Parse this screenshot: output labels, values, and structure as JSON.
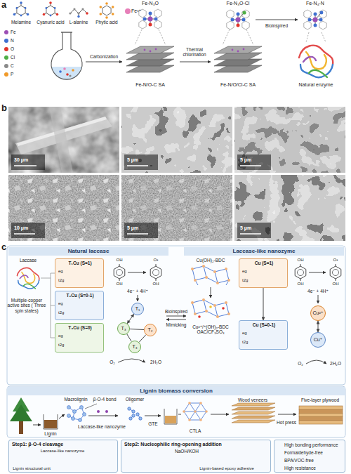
{
  "diagram": {
    "nodes": [
      {
        "text": [
          "30 μm"
        ]
      },
      {
        "text": [
          "5 μm"
        ]
      },
      {
        "text": [
          "5 μm"
        ]
      },
      {
        "text": [
          "10 μm"
        ]
      },
      {
        "text": [
          "5 μm"
        ]
      },
      {
        "text": [
          "5 μm"
        ]
      },
      {
        "text": [
          "Natural laccase"
        ]
      },
      {
        "text": [
          "T₁Cu (S=1)",
          "eg",
          "t2g"
        ]
      },
      {
        "text": [
          "T₂Cu (S=0-1)",
          "eg",
          "t2g"
        ]
      },
      {
        "text": [
          "T₃Cu (S=0)",
          "eg",
          "t2g"
        ]
      },
      {
        "text": [
          "T₁"
        ]
      },
      {
        "text": [
          "T₃"
        ]
      },
      {
        "text": [
          "T₂"
        ]
      },
      {
        "text": [
          "T₃"
        ]
      },
      {
        "text": [
          "Laccase-like nanozyme"
        ]
      },
      {
        "text": [
          "Cu (S=1)",
          "eg",
          "t2g"
        ]
      },
      {
        "text": [
          "Cu (S=0-1)",
          "eg",
          "t2g"
        ]
      },
      {
        "text": [
          "Cu²⁺"
        ]
      },
      {
        "text": [
          "Cu⁺"
        ]
      },
      {
        "text": [
          "Lignin biomass conversion"
        ]
      },
      {
        "text": [
          "Step1: β-O-4 cleavage",
          "Lignin structural unit",
          "Laccase-like nanozyme"
        ]
      },
      {
        "text": [
          "Step2: Nucleophilic ring-opening addition",
          "NaOH/KOH",
          "Lignin-based epoxy adhesive"
        ]
      },
      {
        "text": [
          "High bonding performance",
          "Formaldehyde-free",
          "BPA/VOC-free",
          "High resistance"
        ]
      }
    ],
    "edges": [
      {
        "from": 10,
        "to": 11,
        "arrow": "both"
      },
      {
        "from": 11,
        "to": 12,
        "arrow": "none"
      },
      {
        "from": 12,
        "to": 13,
        "arrow": "none"
      },
      {
        "from": 13,
        "to": 11,
        "arrow": "none"
      },
      {
        "from": 15,
        "to": 16,
        "arrow": "to"
      },
      {
        "from": 17,
        "to": 18,
        "arrow": "both"
      }
    ],
    "labels": [
      "a",
      "Melamine",
      "Cyanuric acid",
      "L-alanine",
      "Phytic acid",
      "Fe³⁺",
      "Carbonization",
      "Fe-N₃O",
      "Fe-N/O-C SA",
      "Thermal chlorination",
      "Fe-N₃O-Cl",
      "Fe-N/O/Cl-C SA",
      "Bioinspired",
      "Fe-N₄-N",
      "Natural enzyme",
      "b",
      "c",
      "Laccase",
      "Multiple-copper active sites ( Three spin states)",
      "OH",
      "OH",
      "O•",
      "OH",
      "4e⁻ + 4H⁺",
      "O₂",
      "2H₂O",
      "Bioinspired",
      "Mimicking",
      "Cu(OH)₂-BDC",
      "Cu²⁺/⁺(OH)₂-BDC OAC/CF₃SO₃",
      "OH",
      "OH",
      "O•",
      "OH",
      "4e⁻ + 4H⁺",
      "O₂",
      "2H₂O",
      "Macrolignin",
      "β-O-4 bond",
      "Lignin",
      "Laccase-like nanozyme",
      "Oligomer",
      "GTE",
      "CTLA",
      "Wood veneers",
      "Hot press",
      "Five-layer plywood"
    ],
    "legend": [
      {
        "text": "Fe",
        "color": "#9b4fb5"
      },
      {
        "text": "N",
        "color": "#3f6fd0"
      },
      {
        "text": "O",
        "color": "#e0342b"
      },
      {
        "text": "Cl",
        "color": "#4fae46"
      },
      {
        "text": "C",
        "color": "#8a8a8a"
      },
      {
        "text": "P",
        "color": "#f09a2a"
      }
    ]
  }
}
